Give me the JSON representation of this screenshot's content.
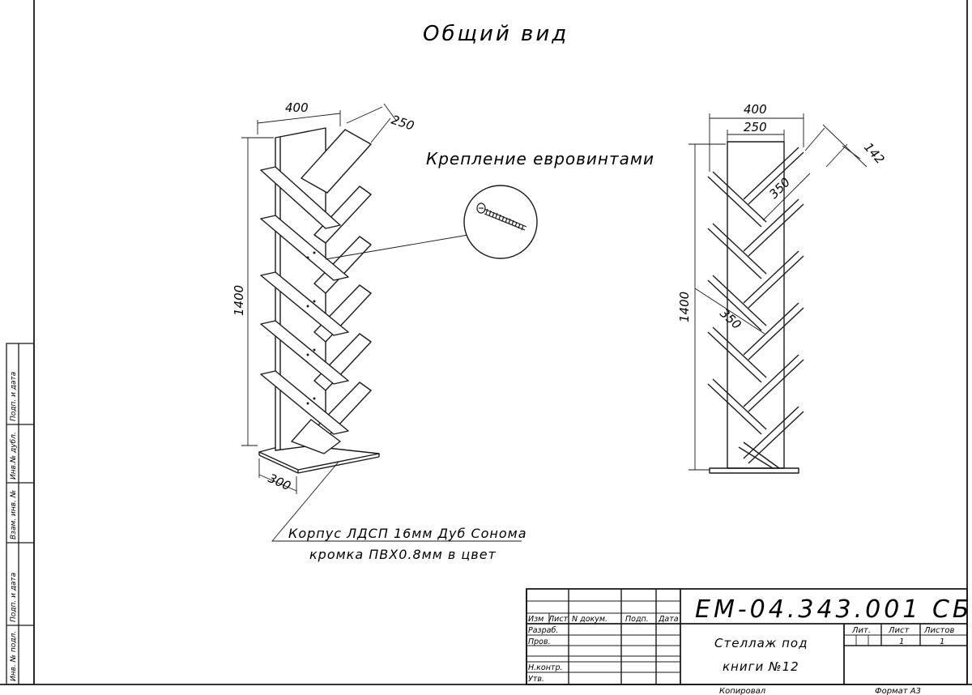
{
  "drawing": {
    "title": "Общий вид",
    "note_fastening": "Крепление евровинтами",
    "note_material_1": "Корпус ЛДСП 16мм Дуб Сонома",
    "note_material_2": "кромка ПВХ0.8мм в цвет"
  },
  "left_view": {
    "dims": {
      "width": "400",
      "depth": "250",
      "height": "1400",
      "base": "300"
    }
  },
  "right_view": {
    "dims": {
      "width": "400",
      "inner": "250",
      "edge": "142",
      "shelf_top": "350",
      "shelf_mid": "350",
      "height": "1400"
    }
  },
  "side_stamp": {
    "labels": [
      "Подп. и дата",
      "Инв.№ дубл.",
      "Взам. инв. №",
      "Подп. и дата",
      "Инв. № подл."
    ]
  },
  "title_block": {
    "doc_number": "ЕМ-04.343.001 СБ",
    "name_line_1": "Стеллаж под",
    "name_line_2": "книги №12",
    "col_headers": [
      "Изм",
      "Лист",
      "N докум.",
      "Подп.",
      "Дата"
    ],
    "roles": [
      "Разраб.",
      "Пров.",
      "Н.контр.",
      "Утв."
    ],
    "lit_label": "Лит.",
    "sheet_label": "Лист",
    "sheets_label": "Листов",
    "sheet_value": "1",
    "sheets_value": "1",
    "copied": "Копировал",
    "format": "Формат А3"
  }
}
